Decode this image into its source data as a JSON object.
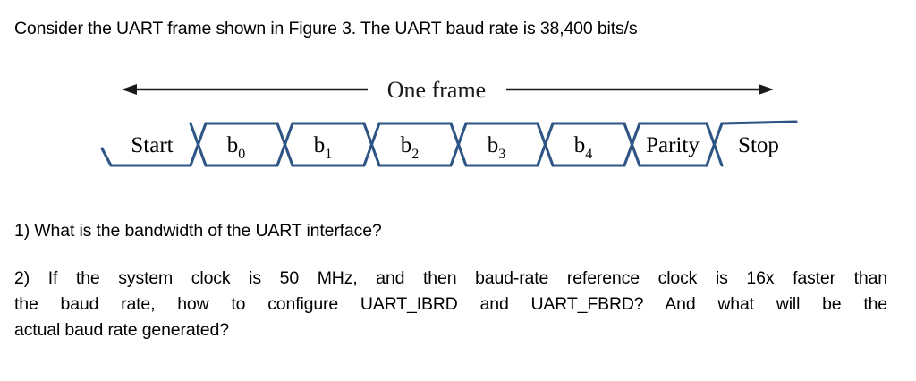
{
  "document": {
    "intro": "Consider the UART frame shown in Figure 3. The UART baud rate is 38,400 bits/s",
    "question_1": "1) What is the bandwidth of the UART interface?",
    "question_2": {
      "line_1": "2) If the system clock is 50 MHz, and then baud-rate reference clock is 16x faster than",
      "line_2": "the baud rate, how to configure UART_IBRD and UART_FBRD? And what will be the",
      "line_3": "actual baud rate generated?"
    }
  },
  "figure": {
    "caption": "One frame",
    "wave_color": "#2E5584",
    "arrow_color": "#1a1a1a",
    "text_color": "#000000",
    "cells": [
      {
        "label": "Start",
        "sub": "",
        "kind": "start"
      },
      {
        "label": "b",
        "sub": "0",
        "kind": "bit"
      },
      {
        "label": "b",
        "sub": "1",
        "kind": "bit"
      },
      {
        "label": "b",
        "sub": "2",
        "kind": "bit"
      },
      {
        "label": "b",
        "sub": "3",
        "kind": "bit"
      },
      {
        "label": "b",
        "sub": "4",
        "kind": "bit"
      },
      {
        "label": "Parity",
        "sub": "",
        "kind": "bit"
      },
      {
        "label": "Stop",
        "sub": "",
        "kind": "stop"
      }
    ]
  }
}
